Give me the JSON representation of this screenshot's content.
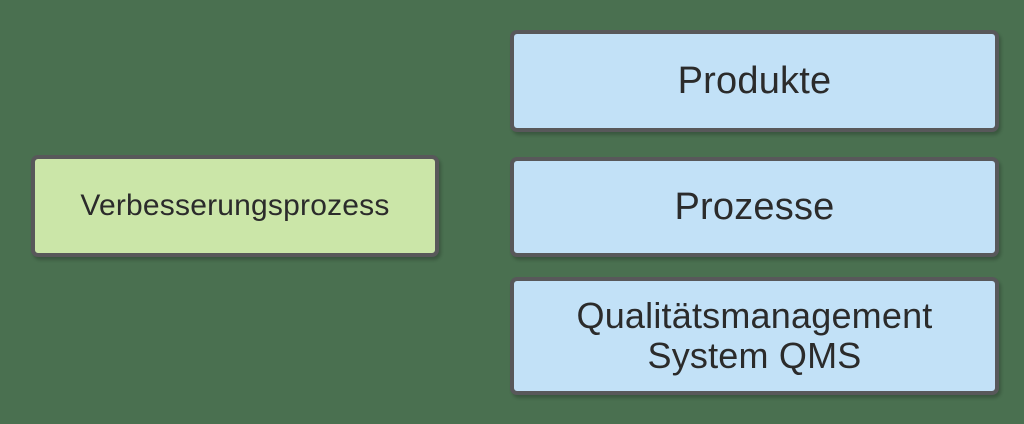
{
  "diagram": {
    "background_color": "#4a7050",
    "border_color": "#58585a",
    "text_color": "#2b2b2b",
    "nodes": [
      {
        "id": "verbesserungsprozess",
        "label": "Verbesserungsprozess",
        "fill_color": "#cbe6a8",
        "group": "left"
      },
      {
        "id": "produkte",
        "label": "Produkte",
        "fill_color": "#c2e1f7",
        "group": "right"
      },
      {
        "id": "prozesse",
        "label": "Prozesse",
        "fill_color": "#c2e1f7",
        "group": "right"
      },
      {
        "id": "qms",
        "label": "Qualitätsmanagement\nSystem QMS",
        "fill_color": "#c2e1f7",
        "group": "right"
      }
    ]
  }
}
